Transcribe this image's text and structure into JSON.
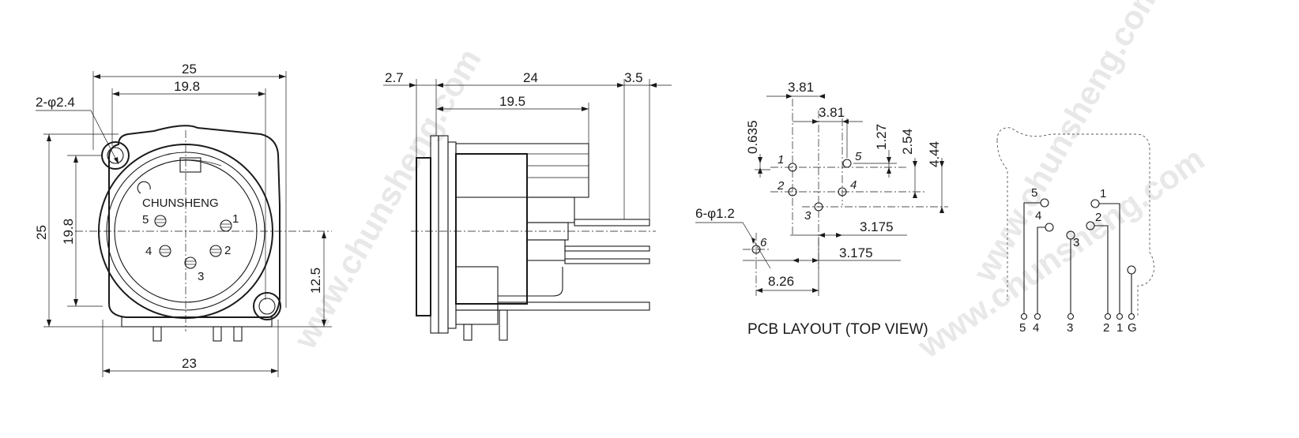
{
  "watermark": {
    "text_1": "www.chunsheng.com",
    "text_2": "www.chunsheng.com",
    "text_3": "www.chunsheng.com"
  },
  "front_view": {
    "brand": "CHUNSHENG",
    "dim_width_outer": "25",
    "dim_width_inner": "19.8",
    "dim_hole": "2-φ2.4",
    "dim_height_outer": "25",
    "dim_height_inner": "19.8",
    "dim_height_center": "12.5",
    "dim_bottom": "23",
    "pins": [
      "1",
      "2",
      "3",
      "4",
      "5"
    ]
  },
  "side_view": {
    "dim_left": "2.7",
    "dim_top": "24",
    "dim_right": "3.5",
    "dim_inner": "19.5"
  },
  "pcb_layout": {
    "title": "PCB LAYOUT (TOP VIEW)",
    "dim_a": "3.81",
    "dim_b": "3.81",
    "dim_c": "0.635",
    "dim_d": "1.27",
    "dim_e": "2.54",
    "dim_f": "4.44",
    "dim_g": "3.175",
    "dim_h": "3.175",
    "dim_i": "8.26",
    "dim_holes": "6-φ1.2",
    "hole_labels": [
      "1",
      "2",
      "3",
      "4",
      "5",
      "6"
    ]
  },
  "pin_view": {
    "top_labels": [
      "1",
      "2",
      "3",
      "4",
      "5"
    ],
    "bottom_labels": [
      "5",
      "4",
      "3",
      "2",
      "1",
      "G"
    ]
  }
}
